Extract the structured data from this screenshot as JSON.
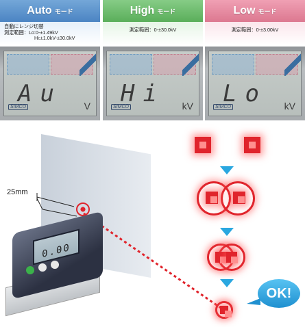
{
  "modes": [
    {
      "title": "Auto",
      "suffix": "モード",
      "desc_lines": [
        "自動にレンジ切替",
        "測定範囲：Lo:0-±1.49kV",
        "Hi:±1.0kV-±30.0kV"
      ],
      "lcd_text": "Au",
      "lcd_unit": "V"
    },
    {
      "title": "High",
      "suffix": "モード",
      "desc_lines": [
        "測定範囲：0-±30.0kV"
      ],
      "lcd_text": "Hi",
      "lcd_unit": "kV"
    },
    {
      "title": "Low",
      "suffix": "モード",
      "desc_lines": [
        "測定範囲：0-±3.00kV"
      ],
      "lcd_text": "Lo",
      "lcd_unit": "kV"
    }
  ],
  "distance_label": "25mm",
  "meter_readout": "0.00",
  "ok_label": "OK!",
  "colors": {
    "target": "#e0242c",
    "arrow": "#2aa7e0",
    "auto": "#4b84c3",
    "high": "#5aae5a",
    "low": "#dc7890"
  }
}
